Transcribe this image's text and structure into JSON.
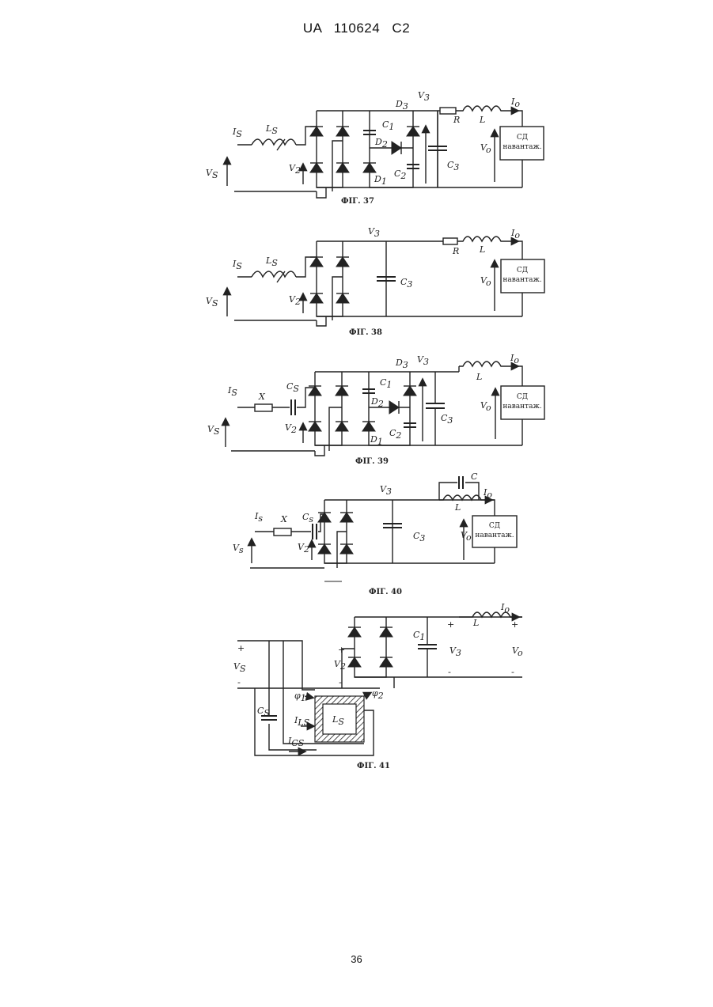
{
  "header": "UA 110624 C2",
  "page_number": "36",
  "load_box": [
    "СД",
    "навантаж."
  ],
  "fig37": {
    "caption": "ФІГ. 37",
    "labels": {
      "is": "I",
      "is_sub": "S",
      "ls": "L",
      "ls_sub": "S",
      "vs": "V",
      "vs_sub": "S",
      "v2": "V",
      "v2_sub": "2",
      "d3": "D",
      "d3_sub": "3",
      "v3": "V",
      "v3_sub": "3",
      "c1": "C",
      "c1_sub": "1",
      "d2": "D",
      "d2_sub": "2",
      "c2": "C",
      "c2_sub": "2",
      "d1": "D",
      "d1_sub": "1",
      "c3": "C",
      "c3_sub": "3",
      "r": "R",
      "l": "L",
      "io": "I",
      "io_sub": "o",
      "vo": "V",
      "vo_sub": "o"
    }
  },
  "fig38": {
    "caption": "ФІГ. 38",
    "labels": {
      "is": "I",
      "is_sub": "S",
      "ls": "L",
      "ls_sub": "S",
      "vs": "V",
      "vs_sub": "S",
      "v2": "V",
      "v2_sub": "2",
      "v3": "V",
      "v3_sub": "3",
      "c3": "C",
      "c3_sub": "3",
      "r": "R",
      "l": "L",
      "io": "I",
      "io_sub": "o",
      "vo": "V",
      "vo_sub": "o"
    }
  },
  "fig39": {
    "caption": "ФІГ. 39",
    "labels": {
      "is": "I",
      "is_sub": "S",
      "x": "X",
      "cs": "C",
      "cs_sub": "S",
      "vs": "V",
      "vs_sub": "S",
      "v2": "V",
      "v2_sub": "2",
      "d3": "D",
      "d3_sub": "3",
      "v3": "V",
      "v3_sub": "3",
      "c1": "C",
      "c1_sub": "1",
      "d2": "D",
      "d2_sub": "2",
      "c2": "C",
      "c2_sub": "2",
      "d1": "D",
      "d1_sub": "1",
      "c3": "C",
      "c3_sub": "3",
      "l": "L",
      "io": "I",
      "io_sub": "o",
      "vo": "V",
      "vo_sub": "o"
    }
  },
  "fig40": {
    "caption": "ФІГ. 40",
    "labels": {
      "is": "I",
      "is_sub": "s",
      "x": "X",
      "cs": "C",
      "cs_sub": "s",
      "vs": "V",
      "vs_sub": "s",
      "v2": "V",
      "v2_sub": "2",
      "v3": "V",
      "v3_sub": "3",
      "c3": "C",
      "c3_sub": "3",
      "c": "C",
      "l": "L",
      "io": "I",
      "io_sub": "o",
      "vo": "V",
      "vo_sub": "o"
    }
  },
  "fig41": {
    "caption": "ФІГ. 41",
    "labels": {
      "plus": "+",
      "minus": "-",
      "vs": "V",
      "vs_sub": "S",
      "v2": "V",
      "v2_sub": "2",
      "c1": "C",
      "c1_sub": "1",
      "v3": "V",
      "v3_sub": "3",
      "vo": "V",
      "vo_sub": "o",
      "l": "L",
      "io": "I",
      "io_sub": "o",
      "cs": "C",
      "cs_sub": "S",
      "ls": "L",
      "ls_sub": "S",
      "ils": "I",
      "ils_sub": "LS",
      "ics": "I",
      "ics_sub": "CS",
      "phi1": "φ",
      "phi1_sub": "1",
      "phi2": "φ",
      "phi2_sub": "2"
    }
  }
}
